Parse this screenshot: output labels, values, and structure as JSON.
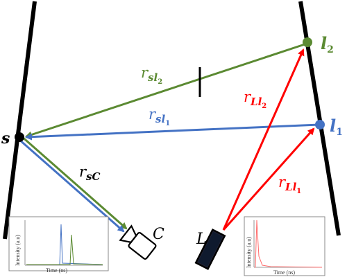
{
  "labels": {
    "s": "s",
    "l1": "l",
    "l1_sub": "1",
    "l2": "l",
    "l2_sub": "2",
    "C": "C",
    "L": "L",
    "r_sl2": "r",
    "r_sl2_sub": "sl",
    "r_sl2_subsub": "2",
    "r_sl1": "r",
    "r_sl1_sub": "sl",
    "r_sl1_subsub": "1",
    "r_sC": "r",
    "r_sC_sub": "sC",
    "r_Ll2": "r",
    "r_Ll2_sub": "Ll",
    "r_Ll2_subsub": "2",
    "r_Ll1": "r",
    "r_Ll1_sub": "Ll",
    "r_Ll1_subsub": "1"
  },
  "inset_left": {
    "ylabel": "Intensity (a.u)",
    "xlabel": "Time (ns)"
  },
  "inset_right": {
    "ylabel": "Intensity (a.u)",
    "xlabel": "Time (ns)"
  },
  "colors": {
    "green": "#5b8a32",
    "blue": "#4472c4",
    "red": "#ff0000",
    "black": "#000000"
  }
}
